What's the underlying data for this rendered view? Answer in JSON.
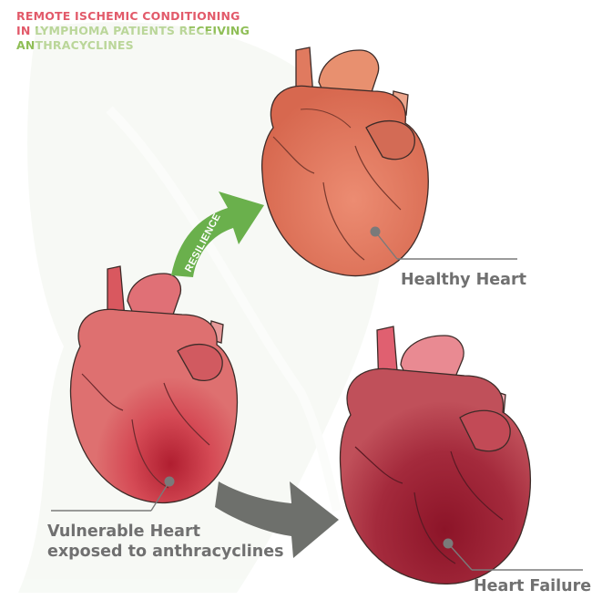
{
  "title": {
    "line1": "REMOTE ISCHEMIC CONDITIONING",
    "line2_prefix": "IN ",
    "line2_highlight": "LYMPHOMA PATIENTS RECEIVING",
    "line3": "ANTHRACYCLINES"
  },
  "arrow_up": {
    "label": "RESILIENCE"
  },
  "labels": {
    "healthy": "Healthy Heart",
    "vulnerable_line1": "Vulnerable Heart",
    "vulnerable_line2": "exposed to anthracyclines",
    "failure": "Heart Failure"
  },
  "colors": {
    "title_red": "#e25a6a",
    "title_green": "#8fbe56",
    "arrow_green": "#6ab04c",
    "arrow_gray": "#6e706c",
    "label_gray": "#707070",
    "healthy_heart": "#e8876a",
    "vulnerable_heart": "#d9585f",
    "failure_heart": "#a8283a"
  }
}
